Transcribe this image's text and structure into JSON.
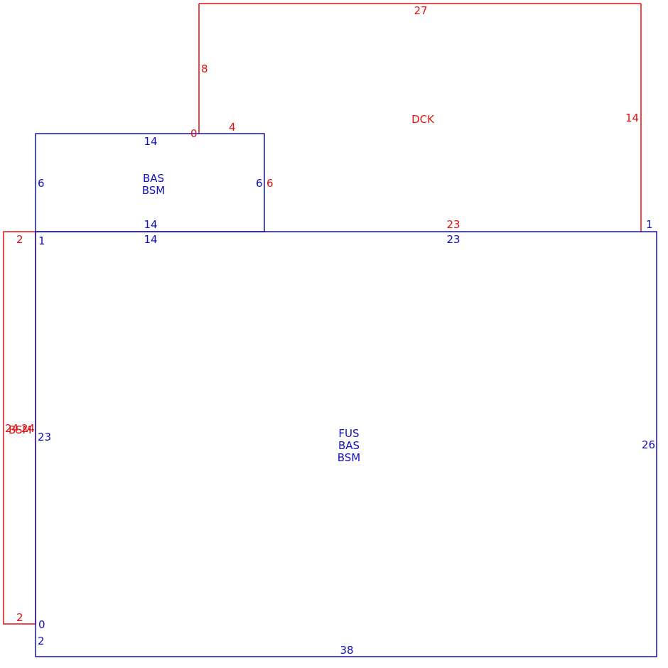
{
  "colors": {
    "blue": "#1010c0",
    "red": "#e01010",
    "background": "#ffffff"
  },
  "dck": {
    "name": "DCK",
    "top": "27",
    "left_upper": "8",
    "left_lower_start": "0",
    "left_lower_end": "4",
    "right": "14",
    "bottom": "23",
    "corner": "1",
    "step": "6"
  },
  "bas_bsm_small": {
    "name_line1": "BAS",
    "name_line2": "BSM",
    "top": "14",
    "left": "6",
    "right": "6",
    "bottom": "14"
  },
  "main": {
    "name_line1": "FUS",
    "name_line2": "BAS",
    "name_line3": "BSM",
    "top_left": "14",
    "top_right": "23",
    "left": "23",
    "right": "26",
    "bottom": "38",
    "corner_top_left": "1",
    "corner_bottom_left": "0",
    "bottom_left_below": "2"
  },
  "side_bsm": {
    "name": "BSM",
    "top": "2",
    "bottom": "2",
    "left": "24",
    "right": "24"
  }
}
